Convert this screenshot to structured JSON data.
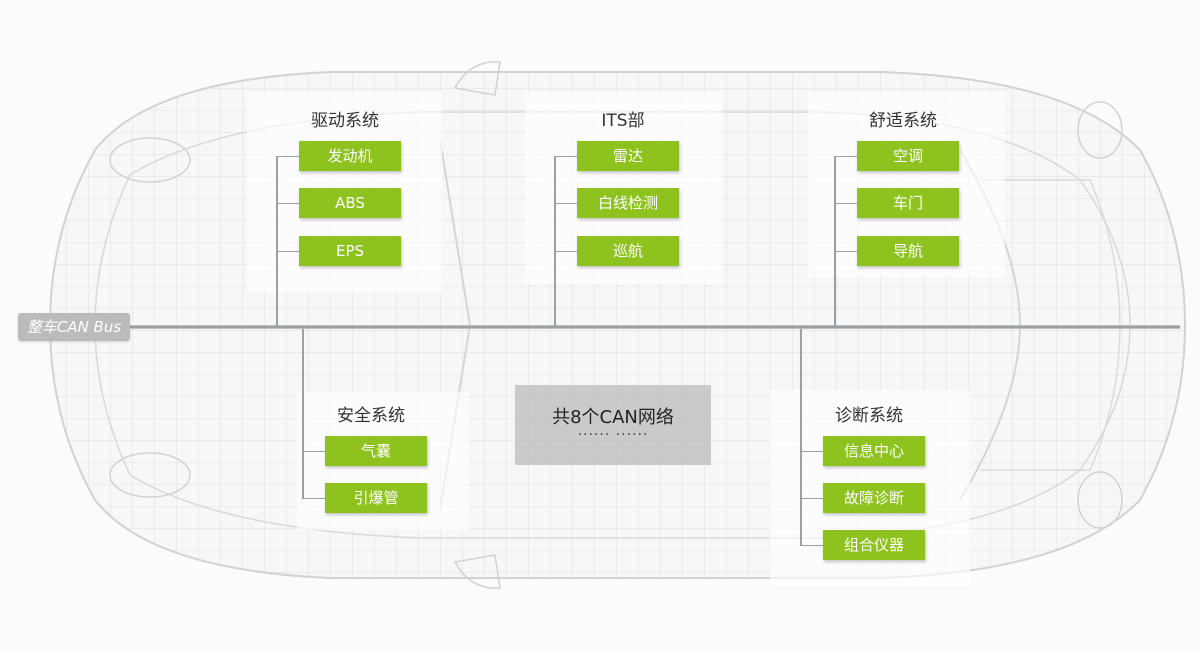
{
  "bus_label": "整车CAN Bus",
  "groups": {
    "drive": {
      "title": "驱动系统",
      "items": [
        "发动机",
        "ABS",
        "EPS"
      ]
    },
    "its": {
      "title": "ITS部",
      "items": [
        "雷达",
        "白线检测",
        "巡航"
      ]
    },
    "comfort": {
      "title": "舒适系统",
      "items": [
        "空调",
        "车门",
        "导航"
      ]
    },
    "safety": {
      "title": "安全系统",
      "items": [
        "气囊",
        "引爆管"
      ]
    },
    "diag": {
      "title": "诊断系统",
      "items": [
        "信息中心",
        "故障诊断",
        "组合仪器"
      ]
    }
  },
  "center": {
    "title": "共8个CAN网络",
    "dots": "······ ······"
  },
  "colors": {
    "tag_green": "#8dc21f",
    "bus_label_bg": "#b9bbbd",
    "connector": "#9aa0a3"
  }
}
